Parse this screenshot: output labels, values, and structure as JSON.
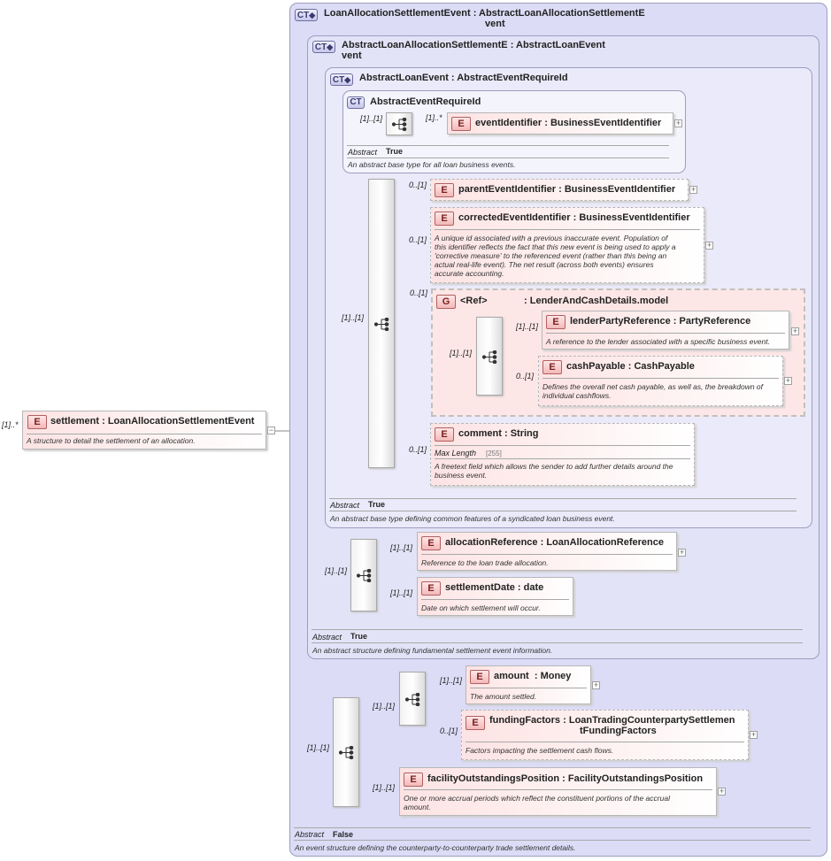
{
  "root": {
    "cardinality": "[1]..*",
    "badge": "E",
    "name": "settlement",
    "type": "LoanAllocationSettlementEvent",
    "doc": "A structure to detail the settlement of an allocation."
  },
  "ct_outer": {
    "badge": "CT",
    "name": "LoanAllocationSettlementEvent",
    "base_line1": "AbstractLoanAllocationSettlementE",
    "base_line2": "vent",
    "abstract_label": "Abstract",
    "abstract_value": "False",
    "doc": "An event structure defining the counterparty-to-counterparty trade settlement details."
  },
  "ct_settlement": {
    "badge": "CT",
    "name_line1": "AbstractLoanAllocationSettlementE",
    "name_line2": "vent",
    "base": "AbstractLoanEvent",
    "abstract_label": "Abstract",
    "abstract_value": "True",
    "doc": "An abstract structure defining fundamental settlement event information."
  },
  "ct_loan_event": {
    "badge": "CT",
    "name": "AbstractLoanEvent",
    "base": "AbstractEventRequireId",
    "abstract_label": "Abstract",
    "abstract_value": "True",
    "doc": "An abstract base type defining common features of a syndicated loan business event."
  },
  "ct_require_id": {
    "badge": "CT",
    "name": "AbstractEventRequireId",
    "seq_cardinality": "[1]..[1]",
    "abstract_label": "Abstract",
    "abstract_value": "True",
    "doc": "An abstract base type for all loan business events."
  },
  "elements": {
    "eventIdentifier": {
      "card": "[1]..*",
      "name": "eventIdentifier",
      "type": "BusinessEventIdentifier"
    },
    "parentEventIdentifier": {
      "card": "0..[1]",
      "name": "parentEventIdentifier",
      "type": "BusinessEventIdentifier"
    },
    "correctedEventIdentifier": {
      "card": "0..[1]",
      "name": "correctedEventIdentifier",
      "type": "BusinessEventIdentifier",
      "doc": [
        "A unique id associated with a previous inaccurate event. Population of",
        "this identifier reflects the fact that this new event is being used to apply a",
        "'corrective measure' to the referenced event (rather than this being an",
        "actual real-life event). The net result (across both events) ensures",
        "accurate accounting."
      ]
    },
    "lenderGroup": {
      "card": "0..[1]",
      "badge": "G",
      "ref": "<Ref>",
      "name": "LenderAndCashDetails.model",
      "seq_card": "[1]..[1]"
    },
    "lenderPartyReference": {
      "card": "[1]..[1]",
      "name": "lenderPartyReference",
      "type": "PartyReference",
      "doc": "A reference to the lender associated with a specific business event."
    },
    "cashPayable": {
      "card": "0..[1]",
      "name": "cashPayable",
      "type": "CashPayable",
      "doc": [
        "Defines the overall net cash payable, as well as, the breakdown of",
        "individual cashflows."
      ]
    },
    "comment": {
      "card": "0..[1]",
      "name": "comment",
      "type": "String",
      "facet_label": "Max Length",
      "facet_value": "[255]",
      "doc": [
        "A freetext field which allows the sender to add further details around the",
        "business event."
      ]
    },
    "loanEventSeqCard": "[1]..[1]",
    "allocationReference": {
      "card": "[1]..[1]",
      "name": "allocationReference",
      "type": "LoanAllocationReference",
      "doc": "Reference to the loan trade allocation."
    },
    "settlementDate": {
      "card": "[1]..[1]",
      "name": "settlementDate",
      "type": "date",
      "doc": "Date on which settlement will occur."
    },
    "settlementSeqCard": "[1]..[1]",
    "amount": {
      "card": "[1]..[1]",
      "name": "amount",
      "type": "Money",
      "doc": "The amount settled."
    },
    "fundingFactors": {
      "card": "0..[1]",
      "name": "fundingFactors",
      "type_line1": "LoanTradingCounterpartySettlemen",
      "type_line2": "tFundingFactors",
      "doc": "Factors impacting the settlement cash flows."
    },
    "innerSeqCard": "[1]..[1]",
    "facilityOutstandingsPosition": {
      "card": "[1]..[1]",
      "name": "facilityOutstandingsPosition",
      "type": "FacilityOutstandingsPosition",
      "doc": [
        "One or more accrual periods which reflect the constituent portions of the accrual",
        "amount."
      ]
    },
    "outerSeqCard": "[1]..[1]"
  },
  "icons": [
    "sequence-icon",
    "expand-icon",
    "ct-icon",
    "element-icon",
    "group-icon"
  ],
  "colors": {
    "ct_fill": "#dcdcf7",
    "element_fill": "#fde3e3",
    "element_border": "#b06060",
    "group_fill": "#fde6e6"
  }
}
